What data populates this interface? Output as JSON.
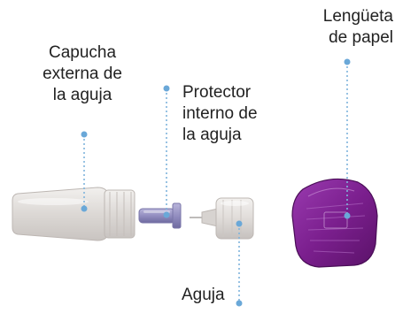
{
  "labels": {
    "outer_cap": "Capucha\nexterna de\nla aguja",
    "inner_shield": "Protector\ninterno de\nla aguja",
    "paper_tab": "Lengüeta\nde papel",
    "needle": "Aguja"
  },
  "colors": {
    "leader_line": "#7fb4dc",
    "leader_dot": "#6aa8d8",
    "cap": "#e7e3e0",
    "inner_shield": "#9c98c4",
    "needle_hub": "#e9e6e4",
    "paper_tab": "#7b1f8e"
  },
  "icons": {
    "outer_cap": "outer-needle-cap-image",
    "inner_shield": "inner-needle-shield-image",
    "needle": "needle-hub-image",
    "paper_tab": "paper-tab-image"
  }
}
